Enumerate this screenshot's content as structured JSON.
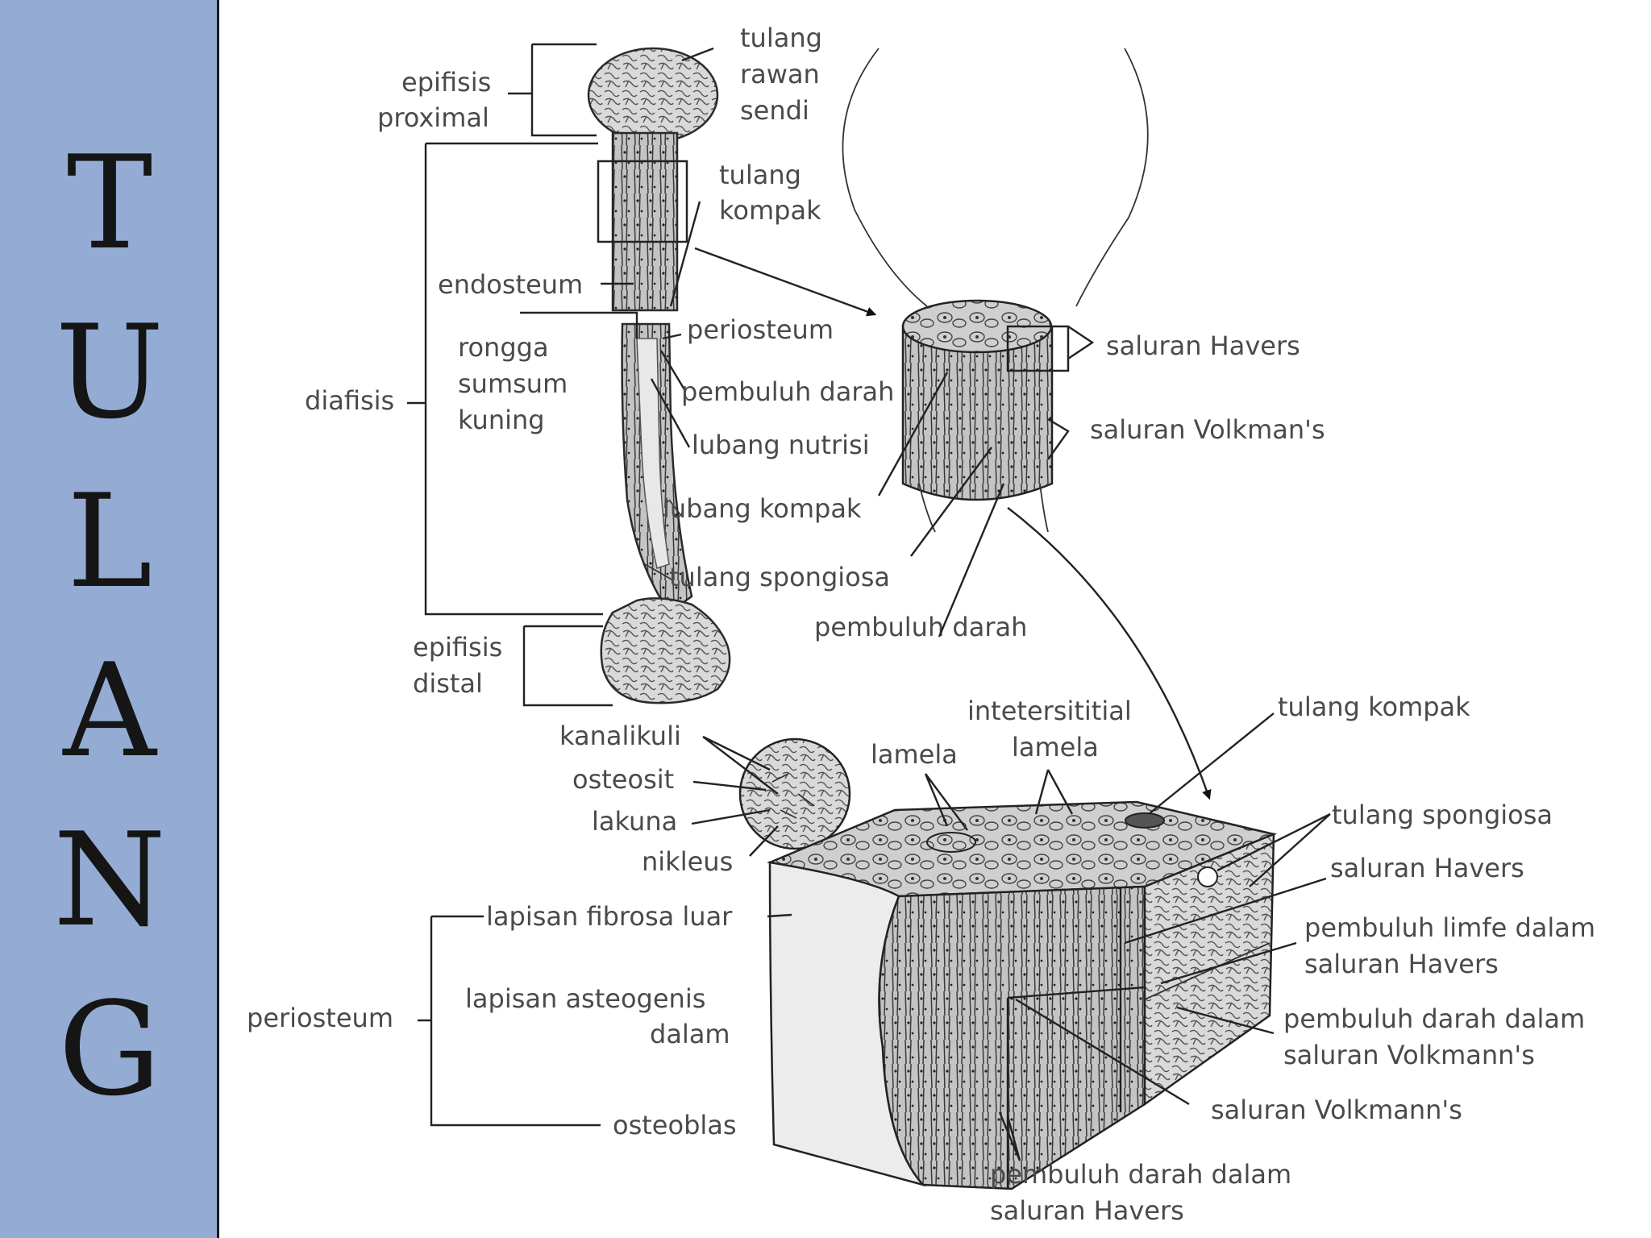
{
  "sidebar": {
    "letters": [
      "T",
      "U",
      "L",
      "A",
      "N",
      "G"
    ],
    "background": "#94acd4"
  },
  "labels": {
    "epifisis_proximal": [
      "epifisis",
      "proximal"
    ],
    "tulang_rawan_sendi": [
      "tulang",
      "rawan",
      "sendi"
    ],
    "tulang_kompak_top": [
      "tulang",
      "kompak"
    ],
    "endosteum": "endosteum",
    "rongga_sumsum": [
      "rongga",
      "sumsum",
      "kuning"
    ],
    "periosteum_mid": "periosteum",
    "diafisis": "diafisis",
    "pembuluh_darah_mid": "pembuluh darah",
    "lubang_nutrisi": "lubang nutrisi",
    "lubang_kompak": "lubang kompak",
    "tulang_spongiosa_mid": "tulang spongiosa",
    "pembuluh_darah_low": "pembuluh darah",
    "epifisis_distal": [
      "epifisis",
      "distal"
    ],
    "saluran_havers_top": "saluran Havers",
    "saluran_volkmans_top": "saluran Volkman's",
    "kanalikuli": "kanalikuli",
    "osteosit": "osteosit",
    "lakuna": "lakuna",
    "nikleus": "nikleus",
    "lamela": "lamela",
    "interstitial_lamela": [
      "intetersititial",
      "lamela"
    ],
    "tulang_kompak_block": "tulang kompak",
    "tulang_spongiosa_block": "tulang spongiosa",
    "saluran_havers_block": "saluran Havers",
    "pembuluh_limfe": [
      "pembuluh limfe dalam",
      "saluran Havers"
    ],
    "pembuluh_darah_volkmann": [
      "pembuluh darah dalam",
      "saluran Volkmann's"
    ],
    "saluran_volkmanns_block": "saluran Volkmann's",
    "pembuluh_darah_havers": [
      "pembuluh darah dalam",
      "saluran Havers"
    ],
    "periosteum_low": "periosteum",
    "lapisan_fibrosa": "lapisan fibrosa luar",
    "lapisan_osteogenis": [
      "lapisan asteogenis",
      "dalam"
    ],
    "osteoblas": "osteoblas"
  }
}
